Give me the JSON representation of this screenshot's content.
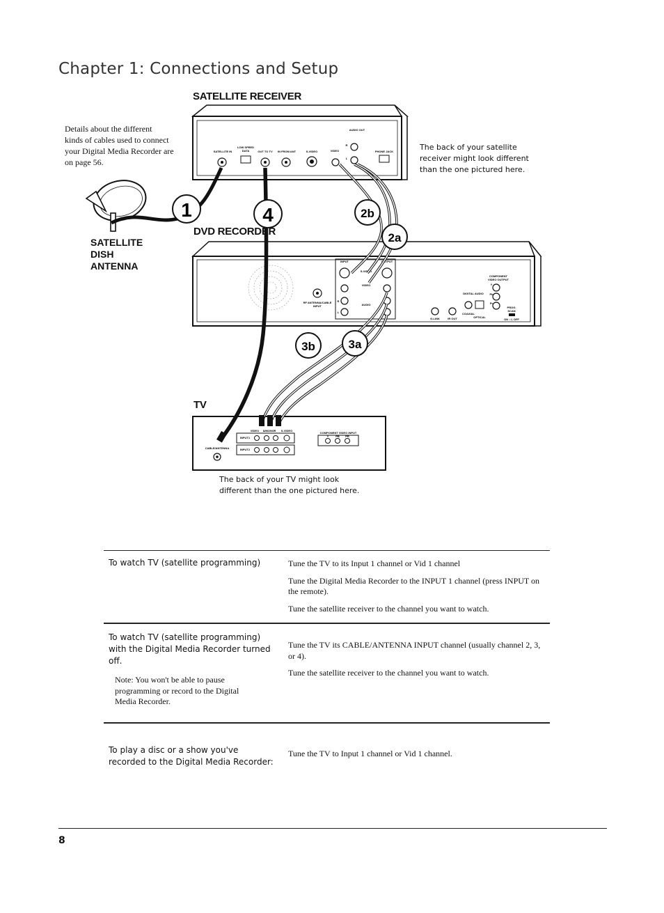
{
  "page": {
    "chapter_title": "Chapter 1: Connections and Setup",
    "page_number": "8"
  },
  "diagram": {
    "labels": {
      "satellite_receiver": "SATELLITE RECEIVER",
      "dvd_recorder": "DVD RECORDER",
      "tv": "TV",
      "dish_line1": "SATELLITE",
      "dish_line2": "DISH",
      "dish_line3": "ANTENNA"
    },
    "callouts": {
      "cables_note": [
        "Details about the different",
        "kinds of cables used to connect",
        "your Digital Media Recorder are",
        "on page 56."
      ],
      "receiver_note": [
        "The back of your satellite",
        "receiver might look different",
        "than the one pictured here."
      ],
      "tv_note": [
        "The back of your TV might look",
        "different than the one pictured here."
      ]
    },
    "badges": {
      "b1": "1",
      "b4": "4",
      "b2b": "2b",
      "b2a": "2a",
      "b3b": "3b",
      "b3a": "3a"
    },
    "receiver_ports": {
      "satellite_in": "SATELLITE IN",
      "low_speed_data_1": "LOW SPEED",
      "low_speed_data_2": "DATA",
      "out_to_tv": "OUT TO TV",
      "in_from_ant": "IN FROM ANT",
      "s_video": "S-VIDEO",
      "video": "VIDEO",
      "audio_out": "AUDIO OUT",
      "r": "R",
      "l": "L",
      "phone_jack": "PHONE JACK"
    },
    "dvd_ports": {
      "input": "INPUT",
      "output": "OUTPUT",
      "rf_antenna_1": "RF ANTENNA/CABLE",
      "rf_antenna_2": "INPUT",
      "s_video": "S-VIDEO",
      "video": "VIDEO",
      "audio": "AUDIO",
      "r": "R",
      "l": "L",
      "g_link": "G-LINK",
      "ir_out": "IR OUT",
      "digital_audio": "DIGITAL AUDIO",
      "coaxial": "COAXIAL",
      "optical": "OPTICAL",
      "component_1": "COMPONENT",
      "component_2": "VIDEO OUTPUT",
      "y": "Y",
      "pb": "Pb",
      "pr": "Pr",
      "prog_scan_1": "PROG.",
      "prog_scan_2": "SCAN",
      "on_off": "ON ↕   L OFF"
    },
    "tv_ports": {
      "cable_antenna": "CABLE/ANTENNA",
      "video": "VIDEO",
      "l": "L",
      "lmono": "L/MONO",
      "r": "R",
      "s_video": "S-VIDEO",
      "input1": "INPUT1",
      "input2": "INPUT2",
      "component_title": "COMPONENT VIDEO INPUT",
      "y": "Y",
      "pb": "PB",
      "pr": "PR"
    }
  },
  "instructions": [
    {
      "title": "To watch TV (satellite programming)",
      "note": "",
      "steps": [
        "Tune the TV to its Input 1 channel or Vid 1 channel",
        "Tune the Digital Media Recorder to the INPUT 1 channel (press INPUT on the remote).",
        "Tune the satellite receiver to the channel you want to watch."
      ]
    },
    {
      "title": "To watch TV (satellite programming) with the Digital Media Recorder turned off.",
      "note": "Note: You won't be able to pause programming or record to the Digital Media Recorder.",
      "steps": [
        "Tune the TV its CABLE/ANTENNA INPUT channel (usually channel 2, 3, or 4).",
        "Tune the satellite receiver to the channel you want to watch."
      ]
    },
    {
      "title": "To play a disc or a show you've recorded to the Digital Media Recorder:",
      "note": "",
      "steps": [
        "Tune the TV to Input 1 channel or Vid 1 channel."
      ]
    }
  ]
}
